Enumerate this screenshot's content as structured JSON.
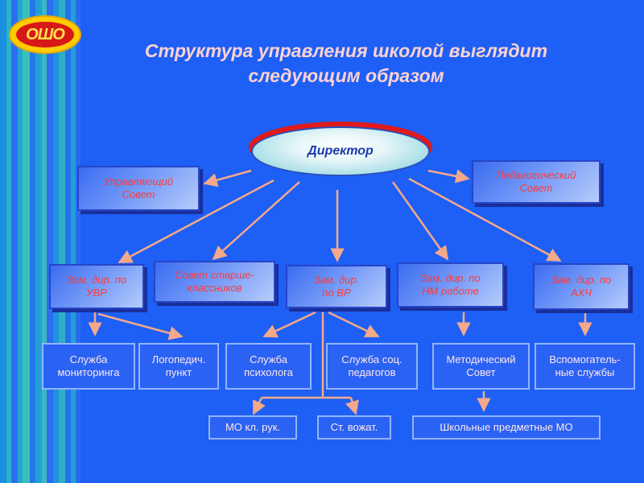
{
  "logo": {
    "text": "ОШО"
  },
  "title": {
    "line1": "Структура управления школой выглядит",
    "line2": "следующим образом"
  },
  "director": "Директор",
  "level1": {
    "left": [
      "Управляющий",
      "Совет"
    ],
    "right": [
      "Педагогический",
      "Совет"
    ]
  },
  "level2": [
    [
      "Зам. дир. по",
      "УВР"
    ],
    [
      "Совет старше-",
      "классников"
    ],
    [
      "Зам. дир.",
      "по ВР"
    ],
    [
      "Зам. дир. по",
      "НМ работе"
    ],
    [
      "Зам. дир. по",
      "АХЧ"
    ]
  ],
  "level3": [
    [
      "Служба",
      "мониторинга"
    ],
    [
      "Логопедич.",
      "пункт"
    ],
    [
      "Служба",
      "психолога"
    ],
    [
      "Служба соц.",
      "педагогов"
    ],
    [
      "Методический",
      "Совет"
    ],
    [
      "Вспомогатель-",
      "ные службы"
    ]
  ],
  "level4": [
    "МО кл. рук.",
    "Ст. вожат.",
    "Школьные предметные МО"
  ],
  "colors": {
    "background": "#1e5ff5",
    "arrow": "#f4a98a",
    "accent_text": "#ff3a3a",
    "title_text": "#ffd2d2"
  }
}
